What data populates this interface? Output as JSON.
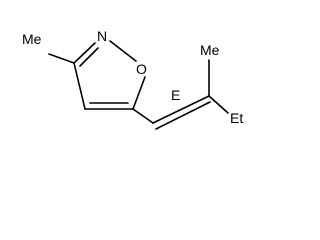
{
  "molecule": {
    "atoms": {
      "methyl_left": "Me",
      "nitrogen": "N",
      "oxygen": "O",
      "stereo": "E",
      "methyl_top": "Me",
      "ethyl": "Et"
    },
    "colors": {
      "ink": "#000000",
      "background": "#ffffff"
    }
  }
}
